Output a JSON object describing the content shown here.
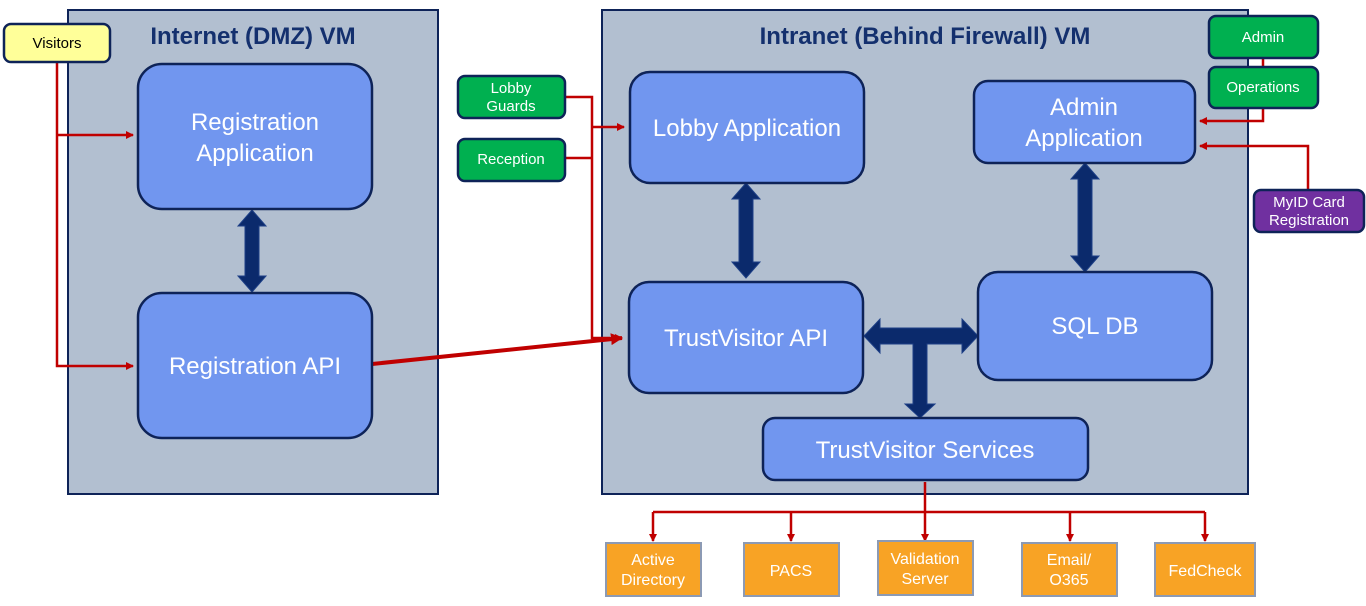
{
  "vms": {
    "dmz": {
      "title": "Internet (DMZ) VM"
    },
    "intranet": {
      "title": "Intranet (Behind Firewall) VM"
    }
  },
  "components": {
    "registration_app": [
      "Registration",
      "Application"
    ],
    "registration_api": [
      "Registration API"
    ],
    "lobby_app": [
      "Lobby Application"
    ],
    "admin_app": [
      "Admin",
      "Application"
    ],
    "trustvisitor_api": [
      "TrustVisitor API"
    ],
    "sql_db": [
      "SQL DB"
    ],
    "trustvisitor_services": [
      "TrustVisitor Services"
    ]
  },
  "actors": {
    "visitors": [
      "Visitors"
    ],
    "lobby_guards": [
      "Lobby",
      "Guards"
    ],
    "reception": [
      "Reception"
    ],
    "admin": [
      "Admin"
    ],
    "operations": [
      "Operations"
    ],
    "myid": [
      "MyID Card",
      "Registration"
    ]
  },
  "externals": {
    "active_directory": [
      "Active",
      "Directory"
    ],
    "pacs": [
      "PACS"
    ],
    "validation_server": [
      "Validation",
      "Server"
    ],
    "email": [
      "Email/",
      "O365"
    ],
    "fedcheck": [
      "FedCheck"
    ]
  },
  "colors": {
    "vm_fill": "#b2bfd0",
    "component_fill": "#7196ef",
    "actor_green": "#00b050",
    "actor_yellow": "#ffff99",
    "actor_purple": "#7030a0",
    "external_orange": "#f8a325",
    "connector_red": "#c00000",
    "arrow_navy": "#0b2a6c"
  }
}
